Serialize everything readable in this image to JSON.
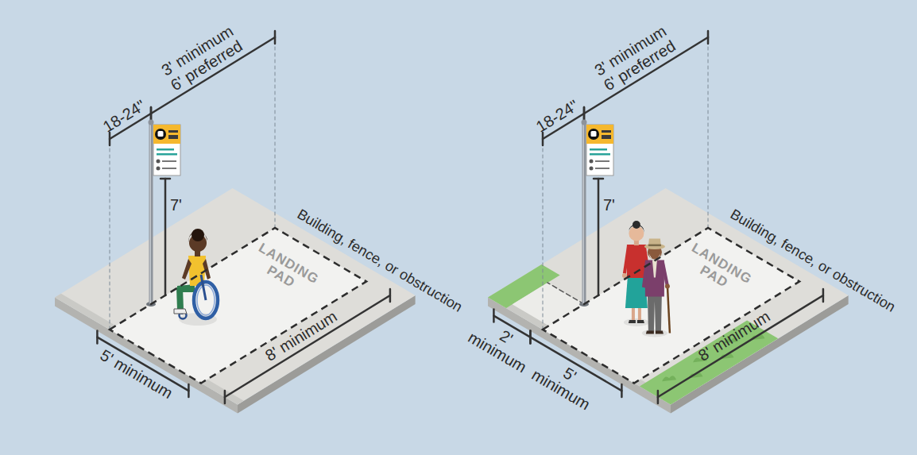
{
  "diagram": {
    "nodes": [
      {
        "text": [
          "LANDING PAD"
        ]
      },
      {
        "text": [
          "LANDING PAD"
        ]
      }
    ],
    "labels": [
      "18-24\"",
      "3' minimum 6' preferred",
      "7'",
      "Building, fence, or obstruction",
      "5' minimum",
      "8' minimum",
      "18-24\"",
      "3' minimum 6' preferred",
      "7'",
      "Building, fence, or obstruction",
      "2' minimum",
      "5' minimum",
      "8' minimum"
    ]
  }
}
